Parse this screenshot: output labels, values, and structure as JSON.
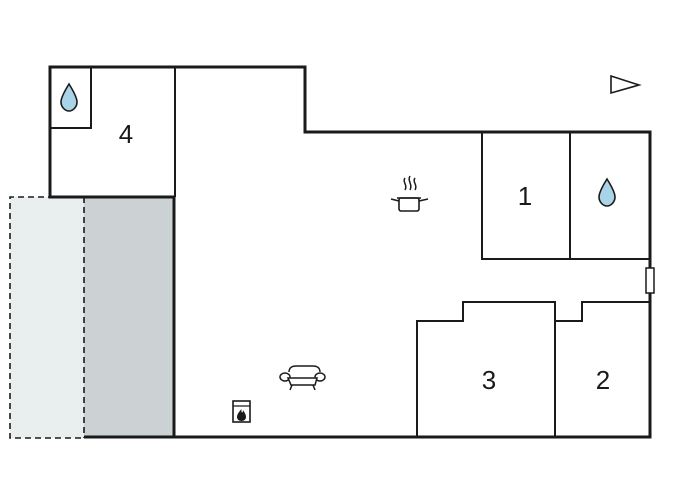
{
  "floorplan": {
    "rooms": [
      {
        "id": "room-1",
        "label": "1"
      },
      {
        "id": "room-2",
        "label": "2"
      },
      {
        "id": "room-3",
        "label": "3"
      },
      {
        "id": "room-4",
        "label": "4"
      }
    ],
    "icons": {
      "bathroom_top_left": "water-drop-icon",
      "bathroom_right": "water-drop-icon",
      "kitchen": "cooking-pot-icon",
      "living": "sofa-icon",
      "fireplace": "fireplace-icon",
      "north": "north-arrow-icon"
    },
    "colors": {
      "terrace_covered": "#ccd2d3",
      "terrace_open": "#e9eeee",
      "water": "#a9d3e6",
      "walls": "#1a1a1a"
    }
  }
}
